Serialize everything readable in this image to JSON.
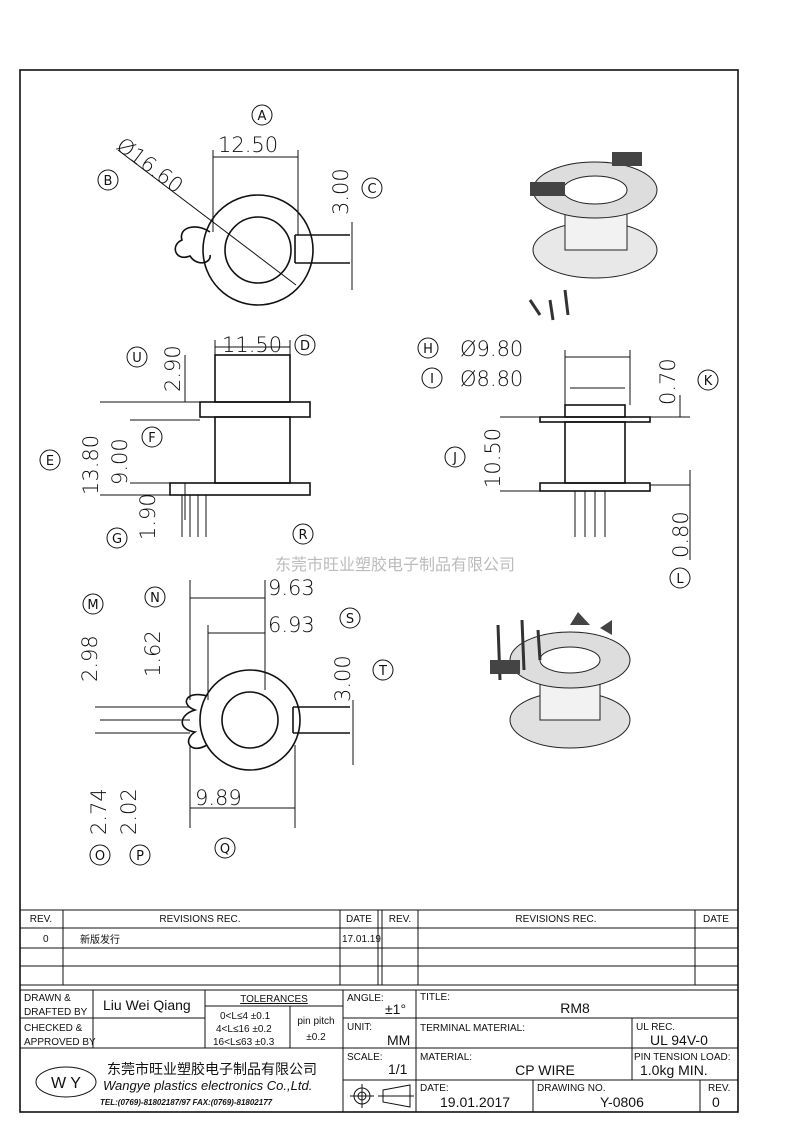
{
  "watermark": "东莞市旺业塑胶电子制品有限公司",
  "views": {
    "top": {
      "labels": {
        "a": "A",
        "b": "B",
        "c": "C"
      },
      "dims": {
        "width": "12.50",
        "diameter": "Ø16.60",
        "slot": "3.00"
      }
    },
    "side_left": {
      "labels": {
        "d": "D",
        "u": "U",
        "e": "E",
        "f": "F",
        "g": "G",
        "r": "R"
      },
      "dims": {
        "width": "11.50",
        "top": "2.90",
        "height": "13.80",
        "body": "9.00",
        "pin": "1.90"
      }
    },
    "side_right": {
      "labels": {
        "h": "H",
        "i": "I",
        "j": "J",
        "k": "K",
        "l": "L"
      },
      "dims": {
        "outer": "Ø9.80",
        "inner": "Ø8.80",
        "flange": "0.70",
        "height": "10.50",
        "bottom": "0.80"
      }
    },
    "bottom": {
      "labels": {
        "m": "M",
        "n": "N",
        "s": "S",
        "t": "T",
        "o": "O",
        "p": "P",
        "q": "Q"
      },
      "dims": {
        "d963": "9.63",
        "d693": "6.93",
        "d300": "3.00",
        "d298": "2.98",
        "d162": "1.62",
        "d274": "2.74",
        "d202": "2.02",
        "d989": "9.89"
      }
    }
  },
  "revisions": {
    "headers": {
      "rev": "REV.",
      "rec": "REVISIONS   REC.",
      "date": "DATE"
    },
    "rows": [
      {
        "rev": "0",
        "rec": "新版发行",
        "date": "17.01.19"
      }
    ]
  },
  "title_block": {
    "drawn_label1": "DRAWN &",
    "drawn_label2": "DRAFTED BY",
    "drawn_by": "Liu Wei Qiang",
    "checked_label1": "CHECKED &",
    "checked_label2": "APPROVED BY",
    "tolerances": "TOLERANCES",
    "tol1": "0<L≤4   ±0.1",
    "tol2": "4<L≤16  ±0.2",
    "tol3": "16<L≤63  ±0.3",
    "pin_pitch": "pin pitch",
    "pin_pitch_val": "±0.2",
    "angle_label": "ANGLE:",
    "angle": "±1°",
    "unit_label": "UNIT:",
    "unit": "MM",
    "scale_label": "SCALE:",
    "scale": "1/1",
    "title_label": "TITLE:",
    "title": "RM8",
    "terminal_label": "TERMINAL MATERIAL:",
    "ul_label": "UL REC.",
    "ul": "UL 94V-0",
    "material_label": "MATERIAL:",
    "material": "CP WIRE",
    "pin_tension_label": "PIN TENSION LOAD:",
    "pin_tension": "1.0kg MIN.",
    "date_label": "DATE:",
    "date": "19.01.2017",
    "drawing_no_label": "DRAWING NO.",
    "drawing_no": "Y-0806",
    "rev_label": "REV.",
    "rev": "0",
    "company_cn": "东莞市旺业塑胶电子制品有限公司",
    "company_en": "Wangye plastics electronics Co.,Ltd.",
    "contact": "TEL:(0769)-81802187/97  FAX:(0769)-81802177",
    "logo": "W Y"
  }
}
